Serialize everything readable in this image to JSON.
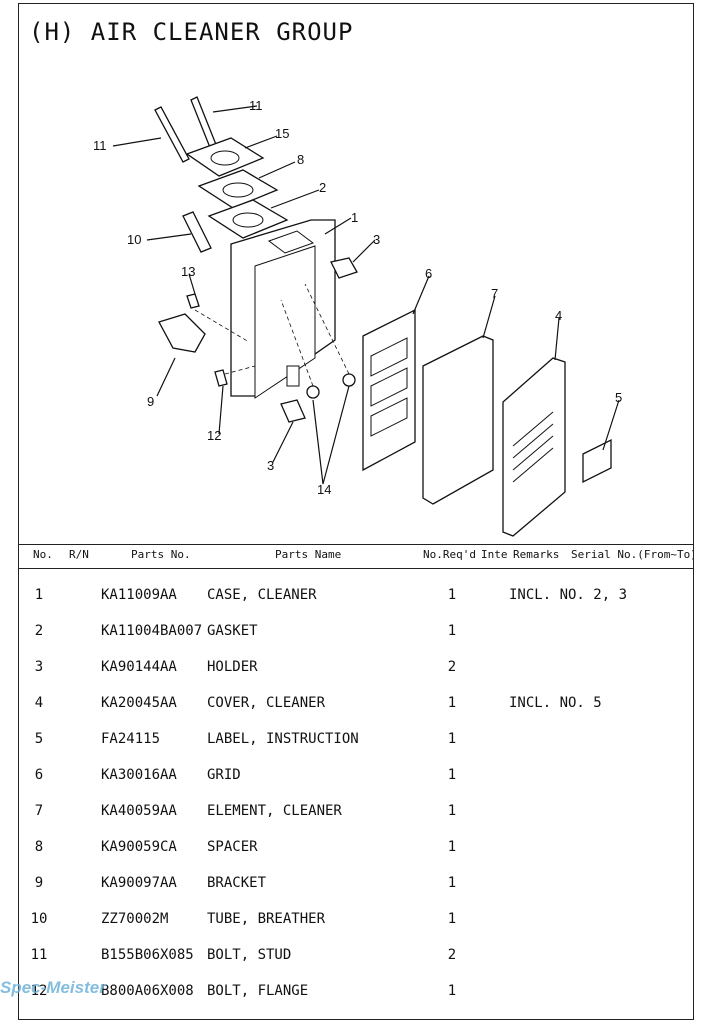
{
  "title": "(H) AIR CLEANER GROUP",
  "callouts": [
    "11",
    "11",
    "15",
    "8",
    "2",
    "1",
    "3",
    "10",
    "13",
    "6",
    "7",
    "4",
    "5",
    "9",
    "12",
    "3",
    "14"
  ],
  "table": {
    "headers": {
      "no": "No.",
      "rn": "R/N",
      "parts_no": "Parts No.",
      "parts_name": "Parts Name",
      "qty": "No.Req'd",
      "inte": "Inte",
      "remarks": "Remarks",
      "serial": "Serial No.(From~To)"
    },
    "rows": [
      {
        "no": "1",
        "parts_no": "KA11009AA",
        "name": "CASE, CLEANER",
        "qty": "1",
        "remarks": "INCL. NO. 2, 3"
      },
      {
        "no": "2",
        "parts_no": "KA11004BA007",
        "name": "GASKET",
        "qty": "1",
        "remarks": ""
      },
      {
        "no": "3",
        "parts_no": "KA90144AA",
        "name": "HOLDER",
        "qty": "2",
        "remarks": ""
      },
      {
        "no": "4",
        "parts_no": "KA20045AA",
        "name": "COVER, CLEANER",
        "qty": "1",
        "remarks": "INCL. NO. 5"
      },
      {
        "no": "5",
        "parts_no": "FA24115",
        "name": "LABEL, INSTRUCTION",
        "qty": "1",
        "remarks": ""
      },
      {
        "no": "6",
        "parts_no": "KA30016AA",
        "name": "GRID",
        "qty": "1",
        "remarks": ""
      },
      {
        "no": "7",
        "parts_no": "KA40059AA",
        "name": "ELEMENT, CLEANER",
        "qty": "1",
        "remarks": ""
      },
      {
        "no": "8",
        "parts_no": "KA90059CA",
        "name": "SPACER",
        "qty": "1",
        "remarks": ""
      },
      {
        "no": "9",
        "parts_no": "KA90097AA",
        "name": "BRACKET",
        "qty": "1",
        "remarks": ""
      },
      {
        "no": "10",
        "parts_no": "ZZ70002M",
        "name": "TUBE, BREATHER",
        "qty": "1",
        "remarks": ""
      },
      {
        "no": "11",
        "parts_no": "B155B06X085",
        "name": "BOLT, STUD",
        "qty": "2",
        "remarks": ""
      },
      {
        "no": "12",
        "parts_no": "B800A06X008",
        "name": "BOLT, FLANGE",
        "qty": "1",
        "remarks": ""
      }
    ]
  },
  "watermark": "Spec-Meister"
}
